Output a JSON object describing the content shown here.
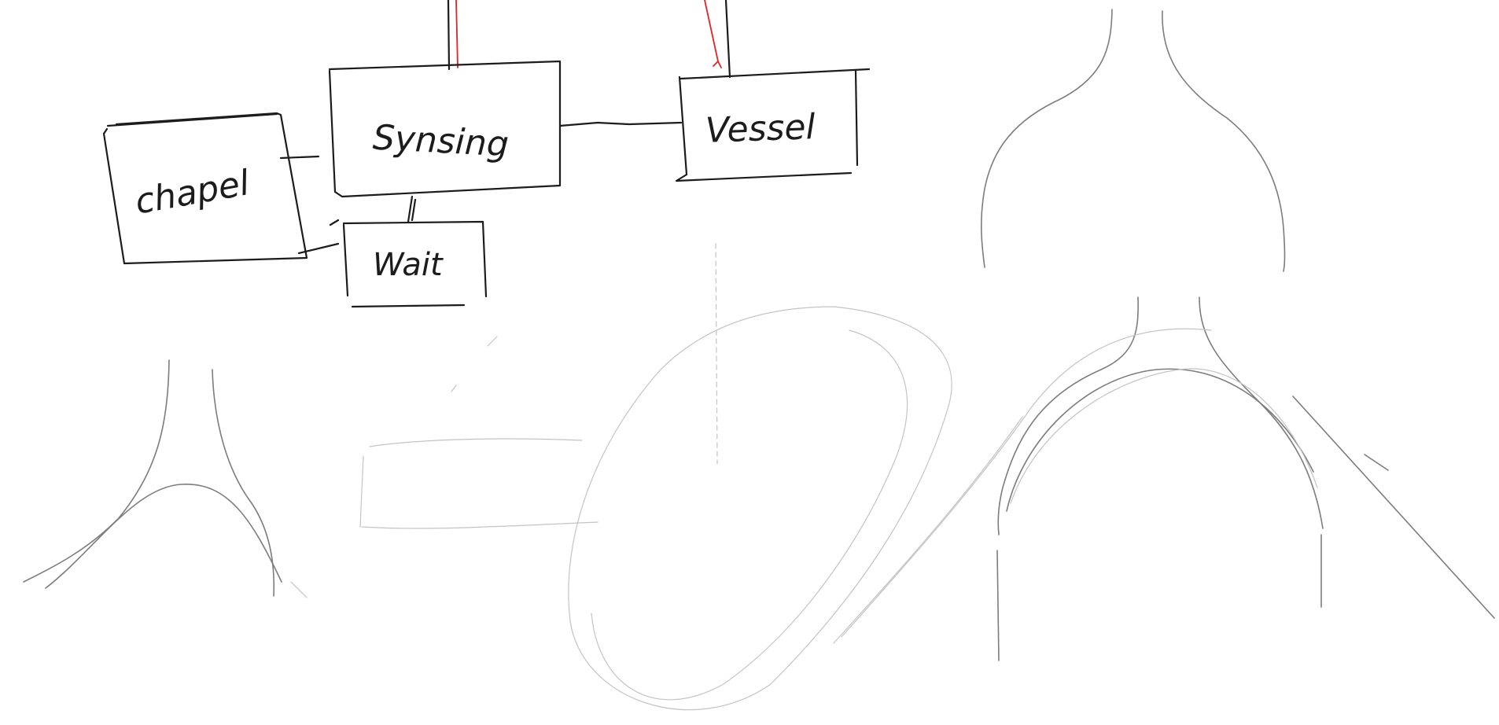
{
  "diagram": {
    "nodes": [
      {
        "id": "chapel",
        "label": "chapel"
      },
      {
        "id": "synsing",
        "label": "Synsing"
      },
      {
        "id": "vessel",
        "label": "Vessel"
      },
      {
        "id": "wait",
        "label": "Wait"
      }
    ],
    "edges": [
      {
        "from": "chapel",
        "to": "synsing"
      },
      {
        "from": "chapel",
        "to": "wait"
      },
      {
        "from": "synsing",
        "to": "wait"
      },
      {
        "from": "synsing",
        "to": "vessel"
      }
    ]
  },
  "colors": {
    "ink": "#1c1c1c",
    "red_ink": "#e0242a",
    "pencil": "#7d7d7d",
    "pencil_light": "#c4c4c4",
    "background": "#ffffff"
  }
}
